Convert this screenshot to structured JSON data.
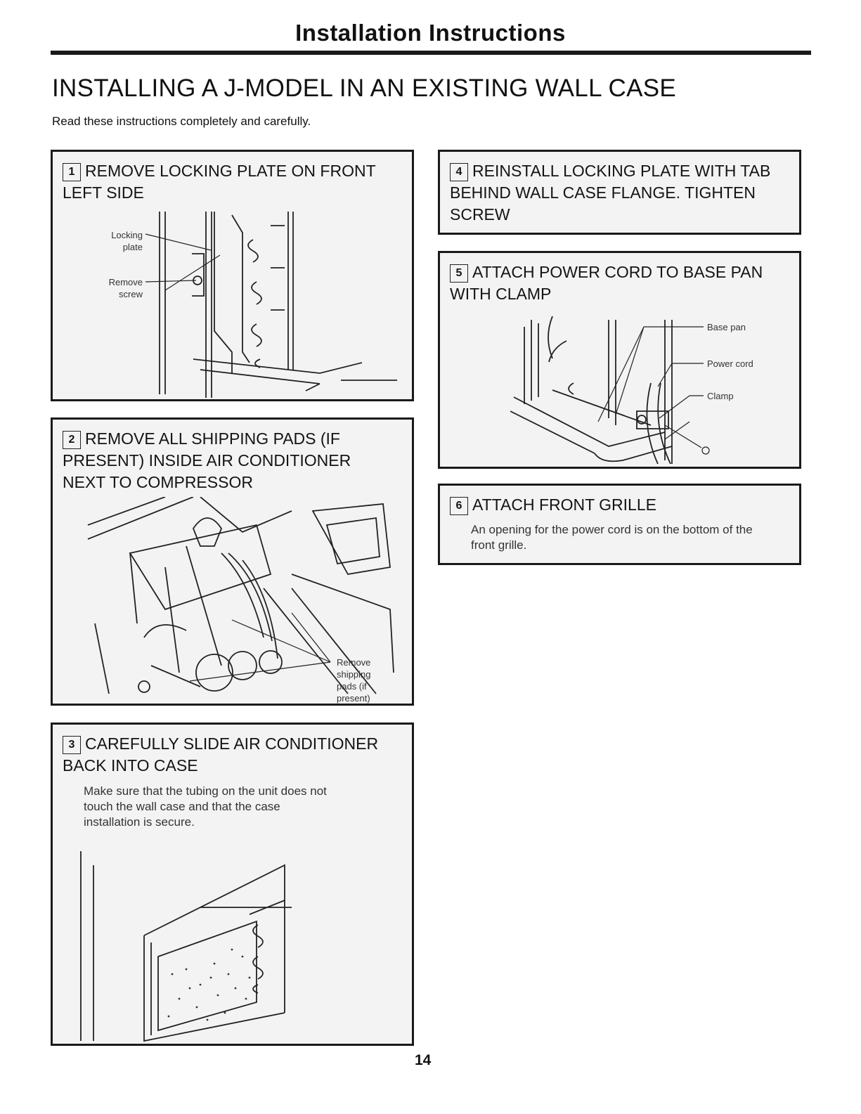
{
  "header": {
    "title": "Installation Instructions"
  },
  "page": {
    "title": "INSTALLING A J-MODEL IN AN EXISTING WALL CASE",
    "subtitle": "Read these instructions completely and carefully.",
    "page_number": "14"
  },
  "steps": [
    {
      "number": "1",
      "heading": "REMOVE LOCKING PLATE ON FRONT LEFT SIDE",
      "labels": {
        "locking": "Locking",
        "plate": "plate",
        "remove": "Remove",
        "screw": "screw"
      }
    },
    {
      "number": "2",
      "heading": "REMOVE ALL SHIPPING PADS (IF PRESENT) INSIDE AIR CONDITIONER NEXT TO COMPRESSOR",
      "labels": {
        "l1": "Remove",
        "l2": "shipping",
        "l3": "pads (if",
        "l4": "present)"
      }
    },
    {
      "number": "3",
      "heading": "CAREFULLY SLIDE AIR CONDITIONER BACK INTO CASE",
      "body": "Make sure that the tubing on the unit does not touch the wall case and that the case installation is secure."
    },
    {
      "number": "4",
      "heading": "REINSTALL LOCKING PLATE WITH TAB BEHIND WALL CASE FLANGE. TIGHTEN SCREW"
    },
    {
      "number": "5",
      "heading": "ATTACH POWER CORD TO BASE PAN WITH CLAMP",
      "labels": {
        "base_pan": "Base pan",
        "power_cord": "Power cord",
        "clamp": "Clamp"
      }
    },
    {
      "number": "6",
      "heading": "ATTACH FRONT GRILLE",
      "body": "An opening for the power cord is on the bottom of the front grille."
    }
  ]
}
